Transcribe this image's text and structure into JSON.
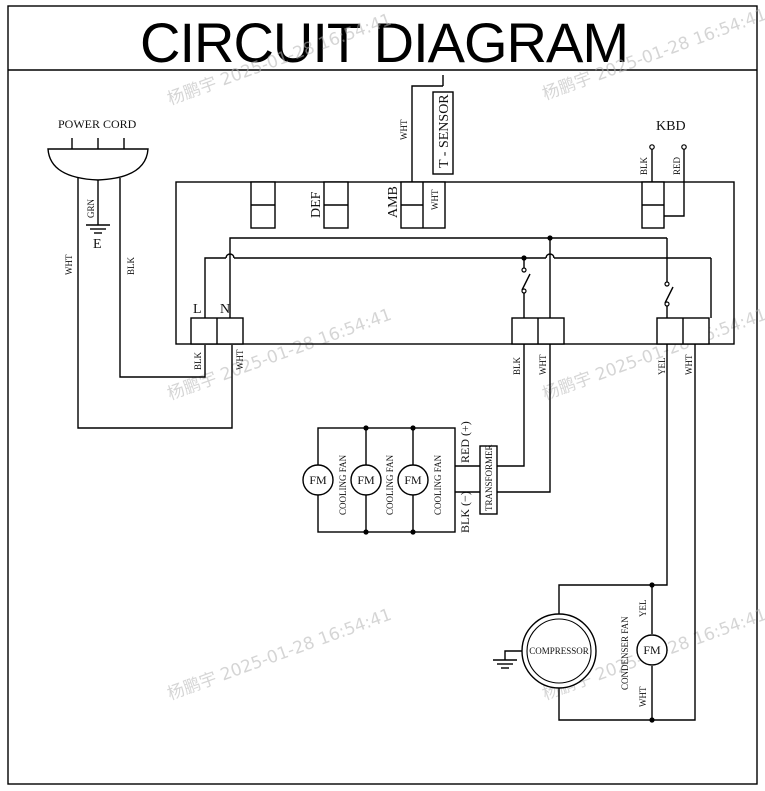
{
  "title": "CIRCUIT DIAGRAM",
  "watermark": "杨鹏宇 2025-01-28 16:54:41",
  "labels": {
    "power_cord": "POWER CORD",
    "grn": "GRN",
    "earth": "E",
    "wht": "WHT",
    "blk": "BLK",
    "red": "RED",
    "yel": "YEL",
    "t_sensor": "T - SENSOR",
    "def": "DEF",
    "amb": "AMB",
    "kbd": "KBD",
    "l": "L",
    "n": "N",
    "fm": "FM",
    "cooling_fan": "COOLING FAN",
    "transformer": "TRANSFORMER",
    "red_plus": "RED (+)",
    "blk_minus": "BLK (−)",
    "compressor": "COMPRESSOR",
    "condenser_fan": "CONDENSER FAN"
  }
}
